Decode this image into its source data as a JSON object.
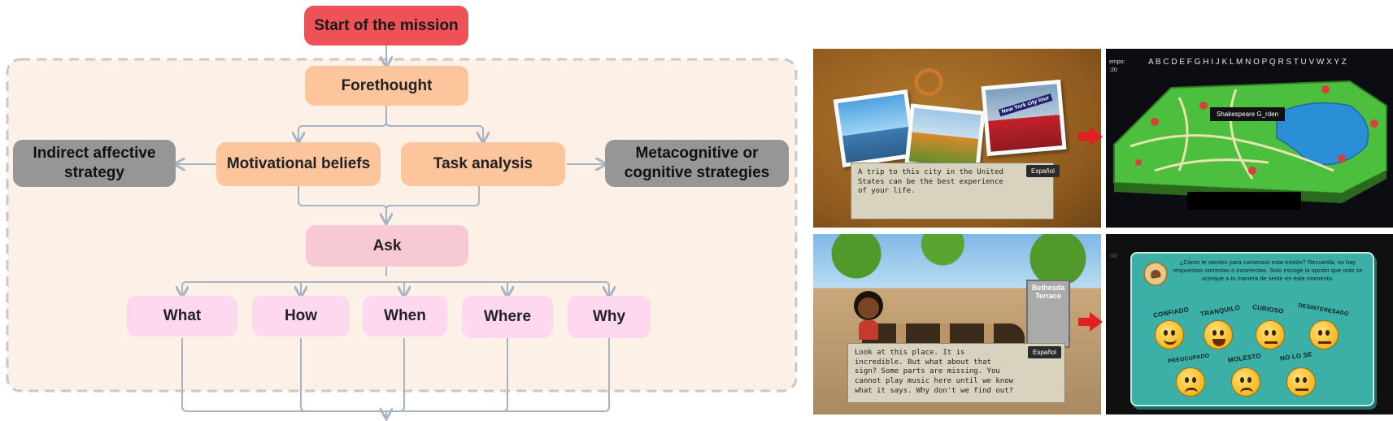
{
  "diagram": {
    "start": "Start of the mission",
    "forethought": "Forethought",
    "motivational": "Motivational beliefs",
    "task": "Task analysis",
    "indirect": "Indirect affective strategy",
    "metacognitive": "Metacognitive or cognitive strategies",
    "ask": "Ask",
    "questions": [
      "What",
      "How",
      "When",
      "Where",
      "Why"
    ]
  },
  "panel_city": {
    "sign": "New York city tour",
    "dialog": "A trip to this city in the United States can be the best experience of your life.",
    "lang_button": "Español"
  },
  "panel_map": {
    "time_label": "empo:",
    "time_value": ":20",
    "alphabet": "A B C D E F G H I J K L M N O P Q R S T U V W X Y Z",
    "location_label": "Shakespeare G_rden"
  },
  "panel_terrace": {
    "sign": "Bethesda Terrace",
    "dialog": "Look at this place. It is incredible. But what about that sign? Some parts are missing. You cannot play music here until we know what it says. Why don't we find out?",
    "lang_button": "Español"
  },
  "panel_emotions": {
    "time_value": ":00",
    "question": "¿Cómo te sientes para comenzar esta misión? Recuerda, no hay respuestas correctas o incorrectas. Solo escoge la opción que más se acerque a tu manera de sentir en este momento.",
    "emotions": [
      "CONFIADO",
      "TRANQUILO",
      "CURIOSO",
      "DESINTERESADO",
      "PREOCUPADO",
      "MOLESTO",
      "NO LO SE"
    ]
  },
  "colors": {
    "start": "#ee5256",
    "orange": "#fcc59c",
    "gray": "#969696",
    "ask": "#f7c9d5",
    "pink": "#fdd8ef",
    "region_bg": "#fdf0e6",
    "line": "#a9b4c2"
  }
}
